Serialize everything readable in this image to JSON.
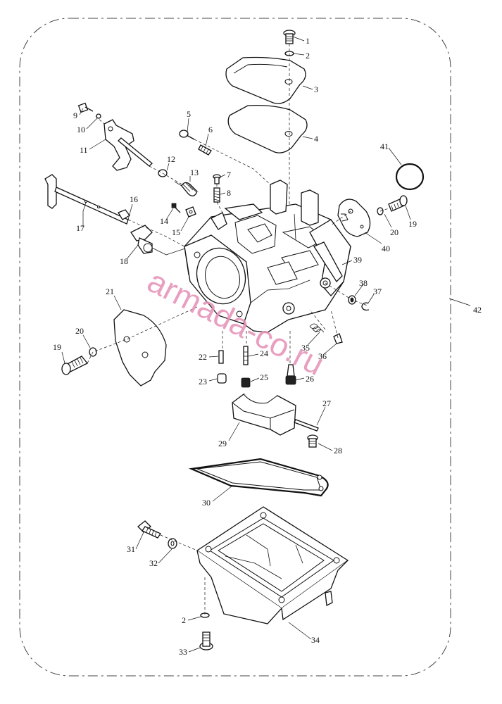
{
  "watermark": "armada-co.ru",
  "callouts": [
    "1",
    "2",
    "3",
    "4",
    "5",
    "6",
    "7",
    "8",
    "9",
    "10",
    "11",
    "12",
    "13",
    "14",
    "15",
    "16",
    "17",
    "18",
    "19",
    "20",
    "21",
    "20",
    "19",
    "22",
    "23",
    "24",
    "25",
    "26",
    "27",
    "28",
    "29",
    "30",
    "31",
    "32",
    "2",
    "33",
    "34",
    "35",
    "36",
    "37",
    "38",
    "39",
    "40",
    "41",
    "42"
  ]
}
